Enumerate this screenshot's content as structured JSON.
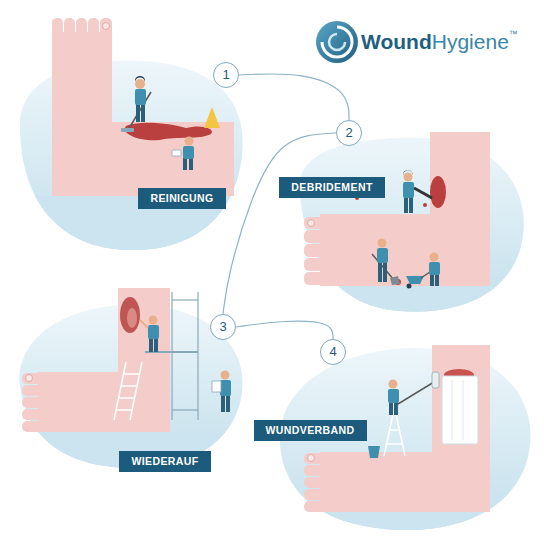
{
  "diagram": {
    "nodes": [
      {
        "text": [
          "1"
        ]
      },
      {
        "text": [
          "REINIGUNG"
        ]
      },
      {
        "text": [
          "2"
        ]
      },
      {
        "text": [
          "DEBRIDEMENT"
        ]
      },
      {
        "text": [
          "3"
        ]
      },
      {
        "text": [
          "WIEDERAUF"
        ]
      },
      {
        "text": [
          "4"
        ]
      },
      {
        "text": [
          "WUNDVERBAND"
        ]
      }
    ],
    "edges": [
      {
        "from": 0,
        "to": 2,
        "arrow": "none"
      },
      {
        "from": 2,
        "to": 4,
        "arrow": "none"
      },
      {
        "from": 4,
        "to": 6,
        "arrow": "none"
      }
    ],
    "labels": [
      "Wound",
      "Hygiene",
      "™"
    ]
  }
}
